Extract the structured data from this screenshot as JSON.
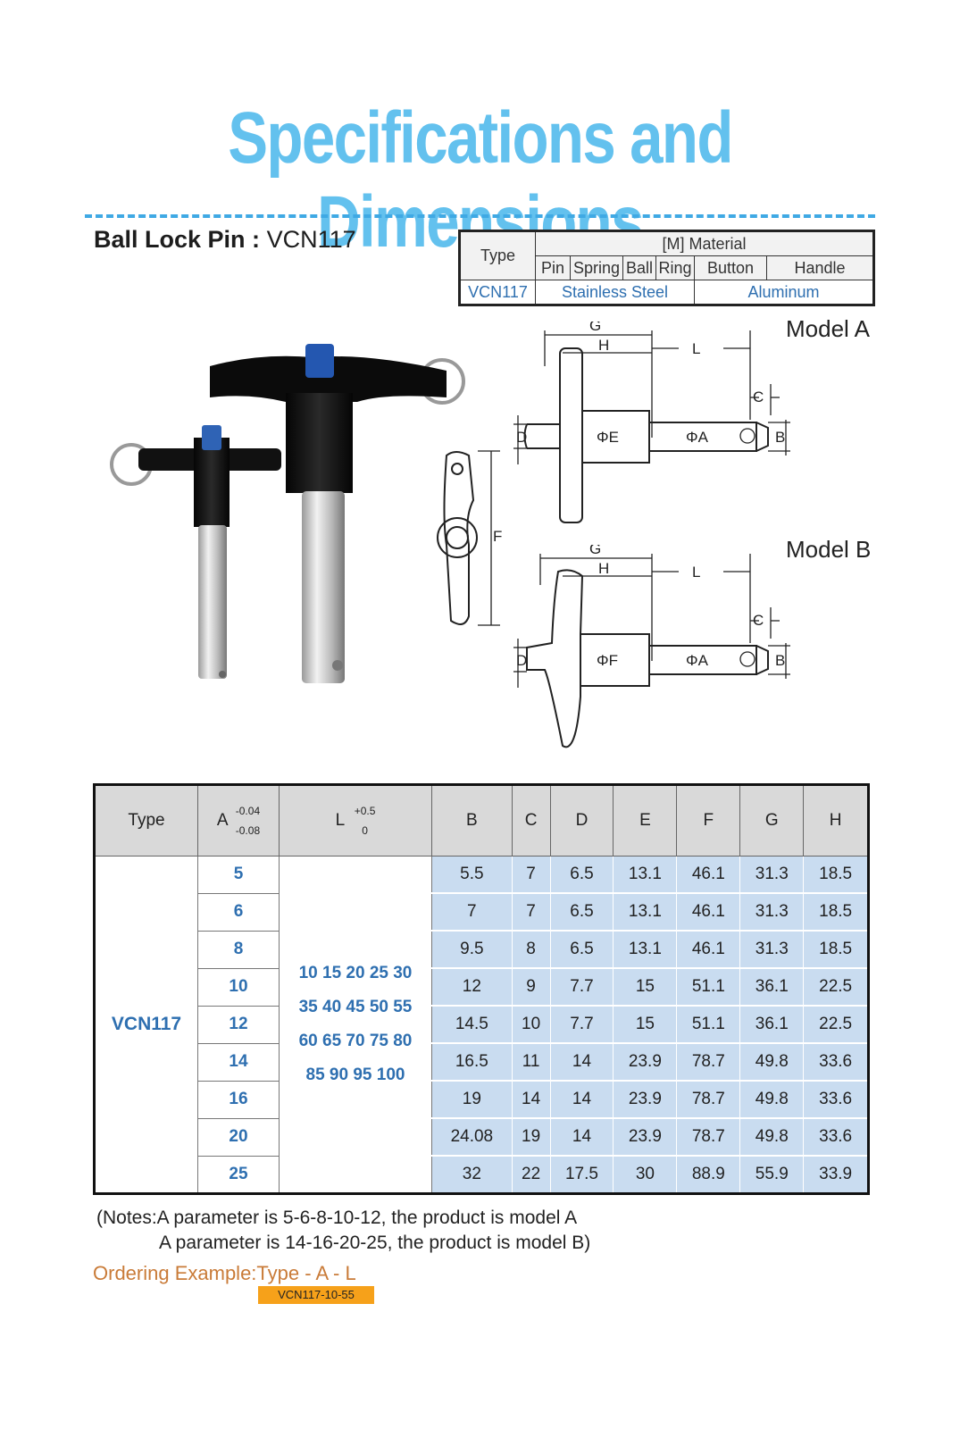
{
  "title": "Specifications and Dimensions",
  "product": {
    "label": "Ball Lock Pin :",
    "code": "VCN117"
  },
  "material_table": {
    "type_header": "Type",
    "material_header": "[M] Material",
    "parts": [
      "Pin",
      "Spring",
      "Ball",
      "Ring",
      "Button",
      "Handle"
    ],
    "row": {
      "type": "VCN117",
      "pin_material": "Stainless Steel",
      "handle_material": "Aluminum"
    }
  },
  "diagrams": {
    "model_a": "Model A",
    "model_b": "Model B",
    "labels_a": {
      "g": "G",
      "h": "H",
      "l": "L",
      "c": "C",
      "d": "D",
      "e": "ΦE",
      "a": "ΦA",
      "b": "B"
    },
    "labels_b": {
      "g": "G",
      "h": "H",
      "l": "L",
      "c": "C",
      "d": "D",
      "f_dia": "ΦF",
      "a": "ΦA",
      "b": "B",
      "f": "F"
    }
  },
  "spec_table": {
    "headers": {
      "type": "Type",
      "a": "A",
      "a_tol_top": "-0.04",
      "a_tol_bottom": "-0.08",
      "l": "L",
      "l_tol_top": "+0.5",
      "l_tol_bottom": "0",
      "b": "B",
      "c": "C",
      "d": "D",
      "e": "E",
      "f": "F",
      "g": "G",
      "h": "H"
    },
    "type_value": "VCN117",
    "l_values": [
      "10 15 20 25 30",
      "35 40 45 50 55",
      "60 65 70 75 80",
      "85 90 95 100"
    ],
    "rows": [
      {
        "a": "5",
        "b": "5.5",
        "c": "7",
        "d": "6.5",
        "e": "13.1",
        "f": "46.1",
        "g": "31.3",
        "h": "18.5"
      },
      {
        "a": "6",
        "b": "7",
        "c": "7",
        "d": "6.5",
        "e": "13.1",
        "f": "46.1",
        "g": "31.3",
        "h": "18.5"
      },
      {
        "a": "8",
        "b": "9.5",
        "c": "8",
        "d": "6.5",
        "e": "13.1",
        "f": "46.1",
        "g": "31.3",
        "h": "18.5"
      },
      {
        "a": "10",
        "b": "12",
        "c": "9",
        "d": "7.7",
        "e": "15",
        "f": "51.1",
        "g": "36.1",
        "h": "22.5"
      },
      {
        "a": "12",
        "b": "14.5",
        "c": "10",
        "d": "7.7",
        "e": "15",
        "f": "51.1",
        "g": "36.1",
        "h": "22.5"
      },
      {
        "a": "14",
        "b": "16.5",
        "c": "11",
        "d": "14",
        "e": "23.9",
        "f": "78.7",
        "g": "49.8",
        "h": "33.6"
      },
      {
        "a": "16",
        "b": "19",
        "c": "14",
        "d": "14",
        "e": "23.9",
        "f": "78.7",
        "g": "49.8",
        "h": "33.6"
      },
      {
        "a": "20",
        "b": "24.08",
        "c": "19",
        "d": "14",
        "e": "23.9",
        "f": "78.7",
        "g": "49.8",
        "h": "33.6"
      },
      {
        "a": "25",
        "b": "32",
        "c": "22",
        "d": "17.5",
        "e": "30",
        "f": "88.9",
        "g": "55.9",
        "h": "33.9"
      }
    ]
  },
  "notes": {
    "line1": "(Notes:A parameter is 5-6-8-10-12, the product is model A",
    "line2": "A parameter is 14-16-20-25, the product is model B)"
  },
  "ordering": {
    "label": "Ordering Example:Type - A - L",
    "example": "VCN117-10-55"
  },
  "colors": {
    "title": "#63c1ee",
    "accent_blue": "#2e6fb0",
    "cell_blue": "#c9dcf0",
    "order_orange": "#c97b38",
    "badge": "#f6a11a"
  }
}
